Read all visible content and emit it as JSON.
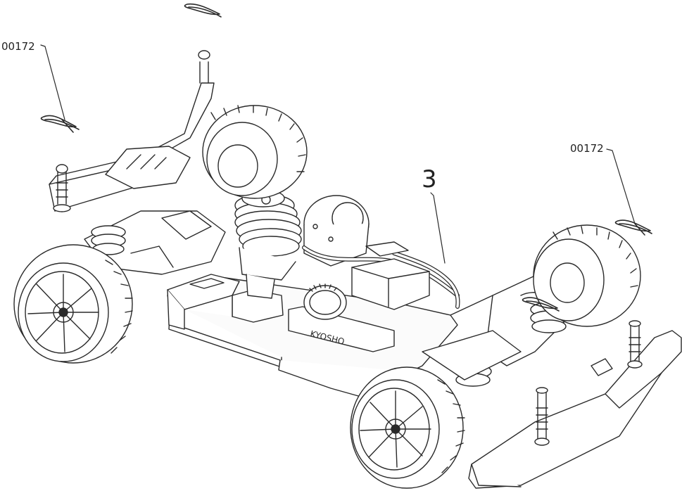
{
  "callouts": {
    "clip_left": "00172",
    "clip_right": "00172",
    "step_number": "3"
  },
  "colors": {
    "line": "#2a2a2a",
    "fill": "#ffffff",
    "shade": "#d8d8d8"
  }
}
